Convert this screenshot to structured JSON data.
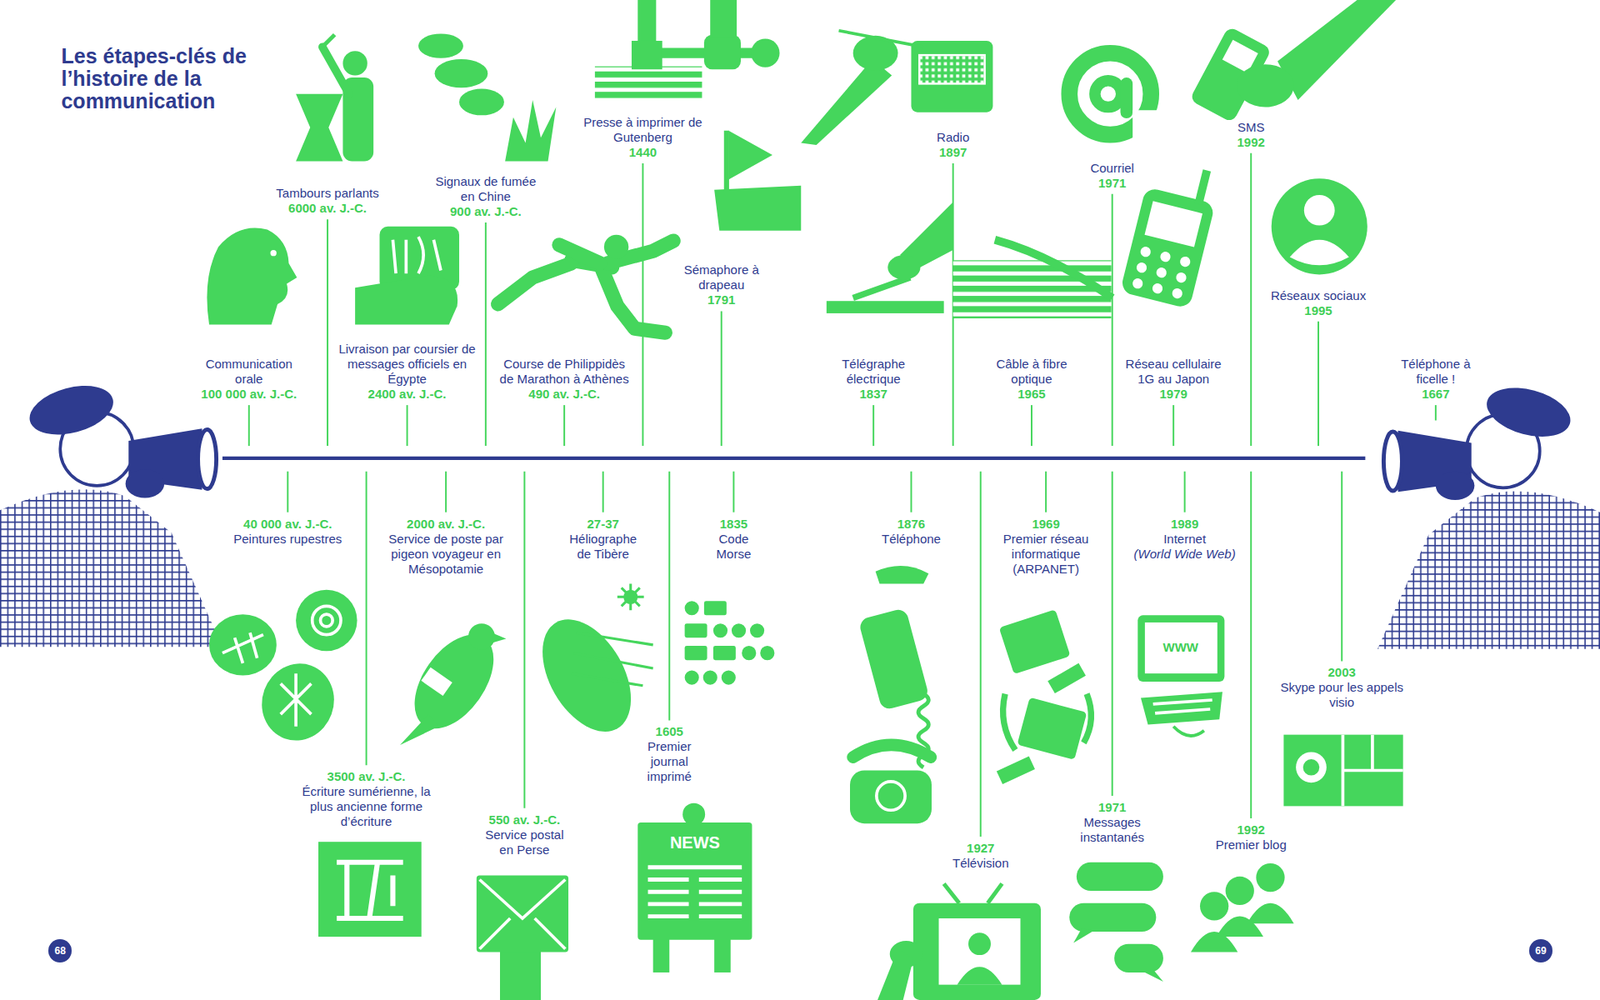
{
  "diagram": {
    "title": "Les étapes-clés de l’histoire de la communication",
    "nodes": [
      {
        "text": [
          "68"
        ]
      },
      {
        "text": [
          "69"
        ]
      }
    ],
    "labels": [
      "Communication orale",
      "100 000 av. J.-C.",
      "Tambours parlants",
      "6000 av. J.-C.",
      "Livraison par coursier de messages officiels en Égypte",
      "2400 av. J.-C.",
      "Signaux de fumée en Chine",
      "900 av. J.-C.",
      "Course de Philippidès de Marathon à Athènes",
      "490 av. J.-C.",
      "Presse à imprimer de Gutenberg",
      "1440",
      "Sémaphore à drapeau",
      "1791",
      "Télégraphe électrique",
      "1837",
      "Radio",
      "1897",
      "Câble à fibre optique",
      "1965",
      "Courriel",
      "1971",
      "Réseau cellulaire 1G au Japon",
      "1979",
      "SMS",
      "1992",
      "Réseaux sociaux",
      "1995",
      "Téléphone à ficelle !",
      "1667",
      "40 000 av. J.-C.",
      "Peintures rupestres",
      "3500 av. J.-C.",
      "Écriture sumérienne, la plus ancienne forme d’écriture",
      "2000 av. J.-C.",
      "Service de poste par pigeon voyageur en Mésopotamie",
      "550 av. J.-C.",
      "Service postal en Perse",
      "27-37",
      "Héliographe de Tibère",
      "1605",
      "Premier journal imprimé",
      "1835",
      "Code Morse",
      "1876",
      "Téléphone",
      "1927",
      "Télévision",
      "1969",
      "Premier réseau informatique (ARPANET)",
      "1971",
      "Messages instantanés",
      "1989",
      "Internet",
      "(World Wide Web)",
      "1992",
      "Premier blog",
      "2003",
      "Skype pour les appels visio",
      "NEWS",
      "WWW"
    ]
  }
}
